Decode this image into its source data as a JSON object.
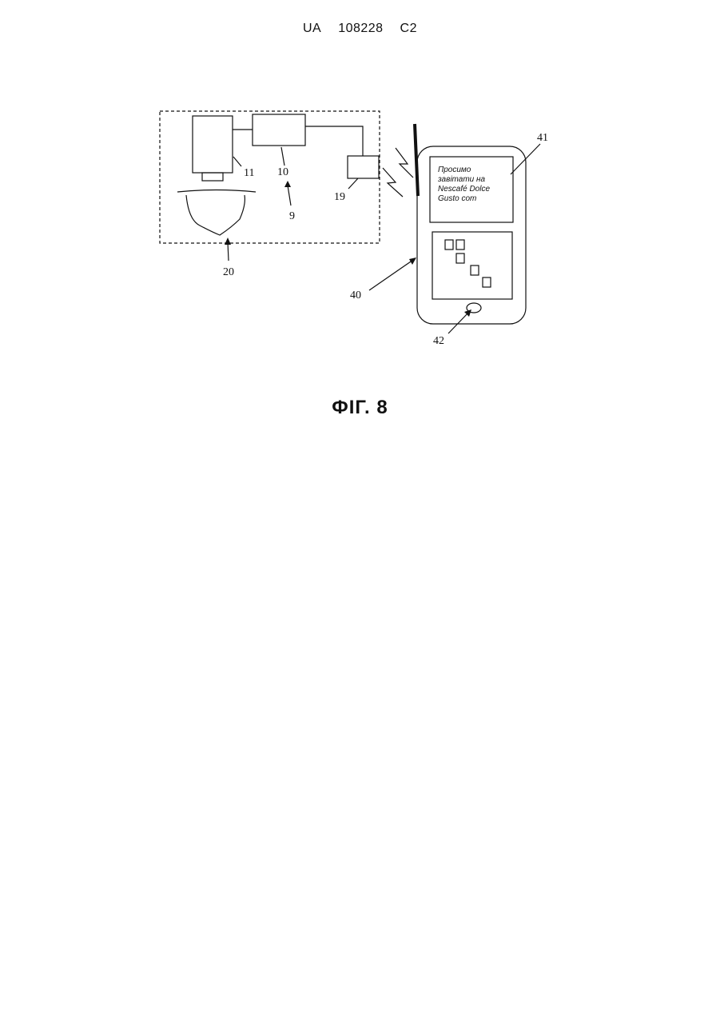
{
  "header": {
    "country": "UA",
    "number": "108228",
    "kind": "C2"
  },
  "figure": {
    "caption": "ФІГ. 8",
    "labels": {
      "camera": "11",
      "controller": "10",
      "unit": "9",
      "transmitter": "19",
      "container": "20",
      "phone": "40",
      "phone_screen": "41",
      "phone_button": "42"
    },
    "screen_lines": [
      "Просимо",
      "завітати на",
      "Nescafé Dolce",
      "Gusto com"
    ]
  }
}
